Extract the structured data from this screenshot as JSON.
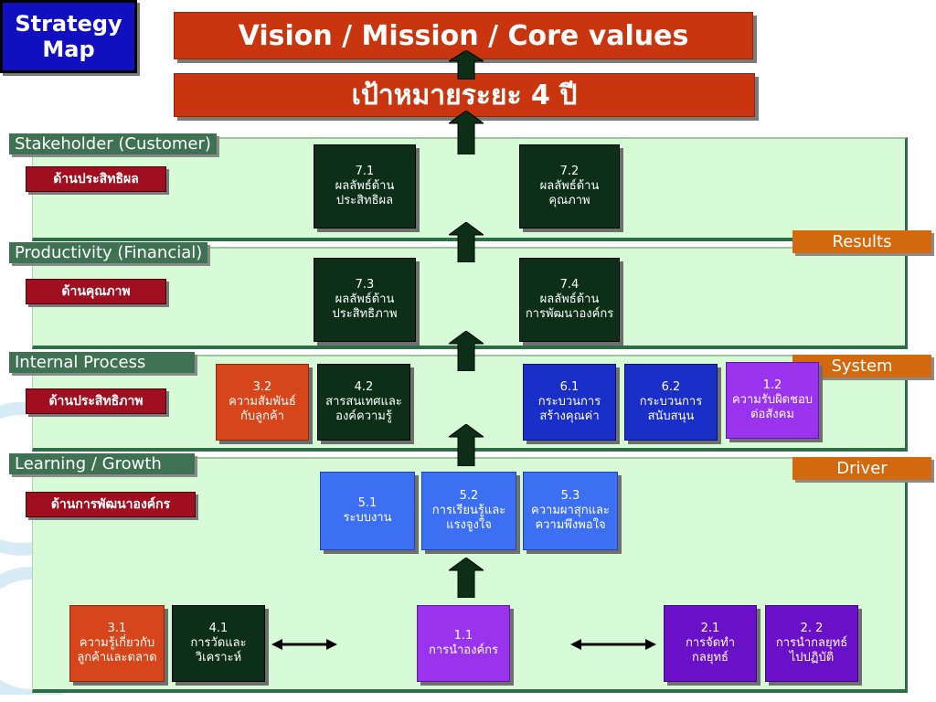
{
  "corner": {
    "line1": "Strategy",
    "line2": "Map"
  },
  "vision_banner": "Vision / Mission / Core values",
  "target_banner": "เป้าหมายระยะ   4  ปี",
  "perspectives": [
    {
      "label": "Stakeholder (Customer)",
      "thai": "ด้านประสิทธิผล"
    },
    {
      "label": "Productivity (Financial)",
      "thai": "ด้านคุณภาพ"
    },
    {
      "label": "Internal Process",
      "thai": "ด้านประสิทธิภาพ"
    },
    {
      "label": "Learning / Growth",
      "thai": "ด้านการพัฒนาองค์กร"
    }
  ],
  "tags": {
    "results": "Results",
    "system": "System",
    "driver": "Driver"
  },
  "colors": {
    "banner": "#c9350f",
    "band": "#d7fbd7",
    "perspective_label": "#3f7252",
    "thai_label": "#a00f1f",
    "tag": "#d2690e",
    "dark_box": "#0d2f18",
    "red_box": "#d7451b",
    "blue_box": "#1a2ec8",
    "light_blue_box": "#3d6ff2",
    "purple_box": "#9933ee",
    "violet_box": "#6a10c8"
  },
  "objectives": {
    "o7_1": {
      "num": "7.1",
      "l1": "ผลลัพธ์ด้าน",
      "l2": "ประสิทธิผล"
    },
    "o7_2": {
      "num": "7.2",
      "l1": "ผลลัพธ์ด้าน",
      "l2": "คุณภาพ"
    },
    "o7_3": {
      "num": "7.3",
      "l1": "ผลลัพธ์ด้าน",
      "l2": "ประสิทธิภาพ"
    },
    "o7_4": {
      "num": "7.4",
      "l1": "ผลลัพธ์ด้าน",
      "l2": "การพัฒนาองค์กร"
    },
    "o3_2": {
      "num": "3.2",
      "l1": "ความสัมพันธ์",
      "l2": "กับลูกค้า"
    },
    "o4_2": {
      "num": "4.2",
      "l1": "สารสนเทศและ",
      "l2": "องค์ความรู้"
    },
    "o6_1": {
      "num": "6.1",
      "l1": "กระบวนการ",
      "l2": "สร้างคุณค่า"
    },
    "o6_2": {
      "num": "6.2",
      "l1": "กระบวนการ",
      "l2": "สนับสนุน"
    },
    "o1_2": {
      "num": "1.2",
      "l1": "ความรับผิดชอบ",
      "l2": "ต่อสังคม"
    },
    "o5_1": {
      "num": "5.1",
      "l1": "ระบบงาน",
      "l2": ""
    },
    "o5_2": {
      "num": "5.2",
      "l1": "การเรียนรู้และ",
      "l2": "แรงจูงใจ"
    },
    "o5_3": {
      "num": "5.3",
      "l1": "ความผาสุกและ",
      "l2": "ความพึงพอใจ"
    },
    "o3_1": {
      "num": "3.1",
      "l1": "ความรู้เกี่ยวกับ",
      "l2": "ลูกค้าและตลาด"
    },
    "o4_1": {
      "num": "4.1",
      "l1": "การวัดและ",
      "l2": "วิเคราะห์"
    },
    "o1_1": {
      "num": "1.1",
      "l1": "การนำองค์กร",
      "l2": ""
    },
    "o2_1": {
      "num": "2.1",
      "l1": "การจัดทำ",
      "l2": "กลยุทธ์"
    },
    "o2_2": {
      "num": "2. 2",
      "l1": "การนำกลยุทธ์",
      "l2": "ไปปฏิบัติ"
    }
  }
}
